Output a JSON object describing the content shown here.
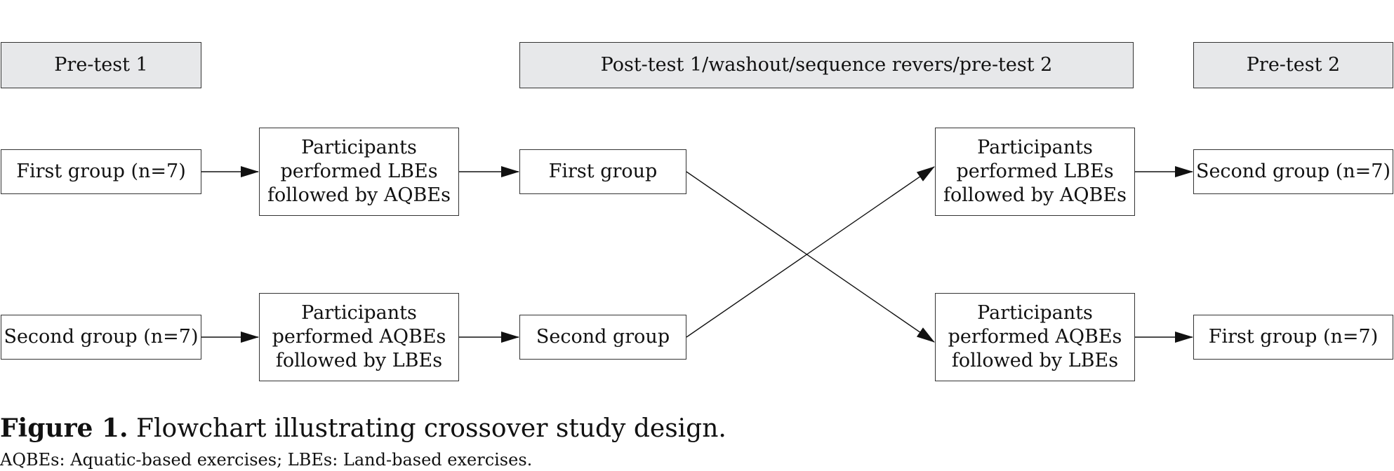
{
  "headers": {
    "pretest1": "Pre-test 1",
    "middle": "Post-test 1/washout/sequence revers/pre-test 2",
    "pretest2": "Pre-test 2"
  },
  "stage1": {
    "group1": "First group (n=7)",
    "group2": "Second group (n=7)"
  },
  "intervention1": {
    "lbe_first": "Participants\nperformed LBEs\nfollowed by AQBEs",
    "aqbe_first": "Participants\nperformed AQBEs\nfollowed by LBEs"
  },
  "washout": {
    "group1": "First group",
    "group2": "Second group"
  },
  "intervention2": {
    "lbe_first": "Participants\nperformed LBEs\nfollowed by AQBEs",
    "aqbe_first": "Participants\nperformed AQBEs\nfollowed by LBEs"
  },
  "outcome": {
    "top": "Second group (n=7)",
    "bottom": "First group (n=7)"
  },
  "caption": {
    "label": "Figure 1.",
    "text": " Flowchart illustrating crossover study design."
  },
  "abbreviations": "AQBEs: Aquatic-based exercises; LBEs: Land-based exercises.",
  "colors": {
    "header_fill": "#e7e8ea",
    "border": "#333333",
    "arrow": "#111111"
  }
}
